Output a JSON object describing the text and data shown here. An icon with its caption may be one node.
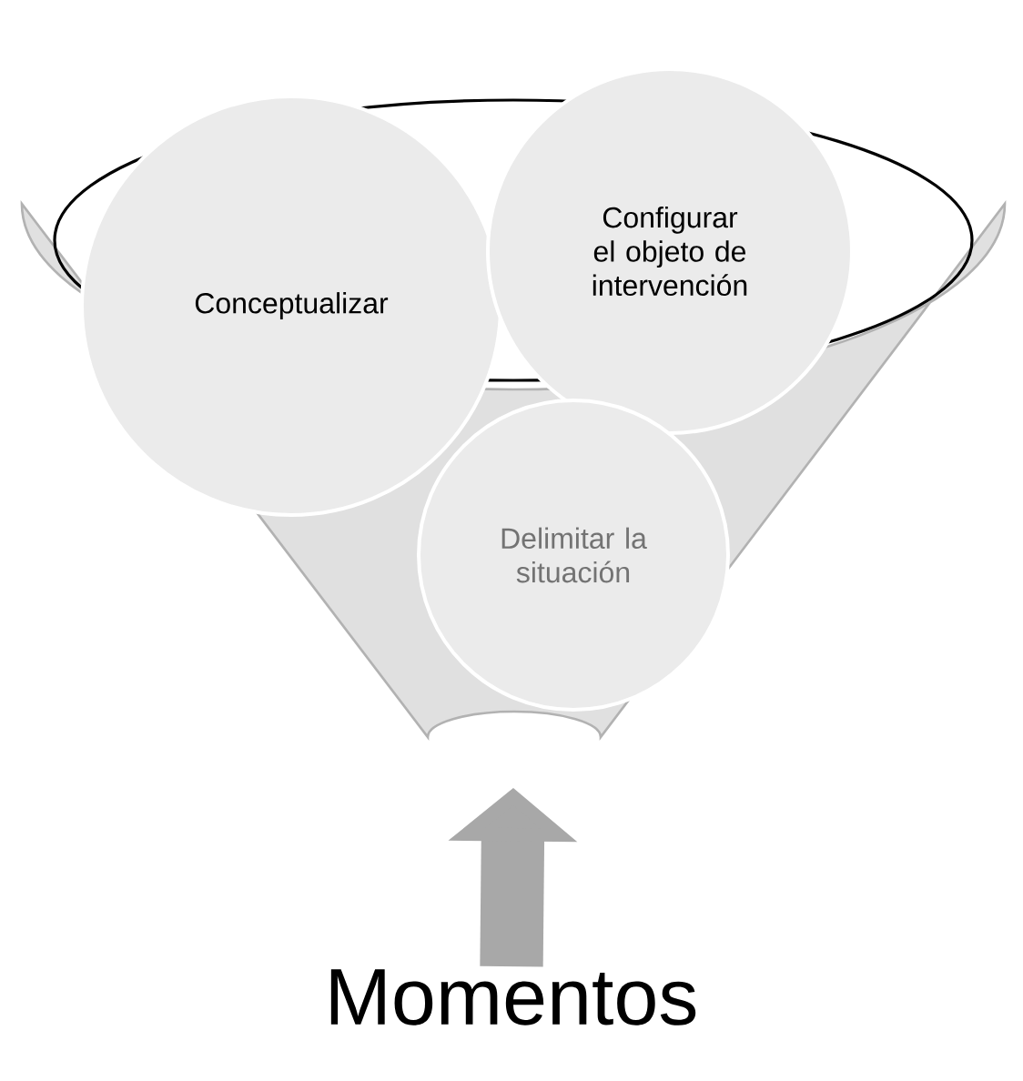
{
  "diagram": {
    "nodes": [
      {
        "text": [],
        "shape": "funnel"
      },
      {
        "text": [
          "Conceptualizar"
        ]
      },
      {
        "text": [
          "Configurar el objeto de intervención"
        ]
      },
      {
        "text": [
          "Delimitar la situación"
        ],
        "in": 0
      },
      {
        "text": [
          "Momentos"
        ]
      }
    ],
    "edges": [
      {
        "from": 4,
        "to": 0,
        "arrow": "to"
      }
    ]
  }
}
